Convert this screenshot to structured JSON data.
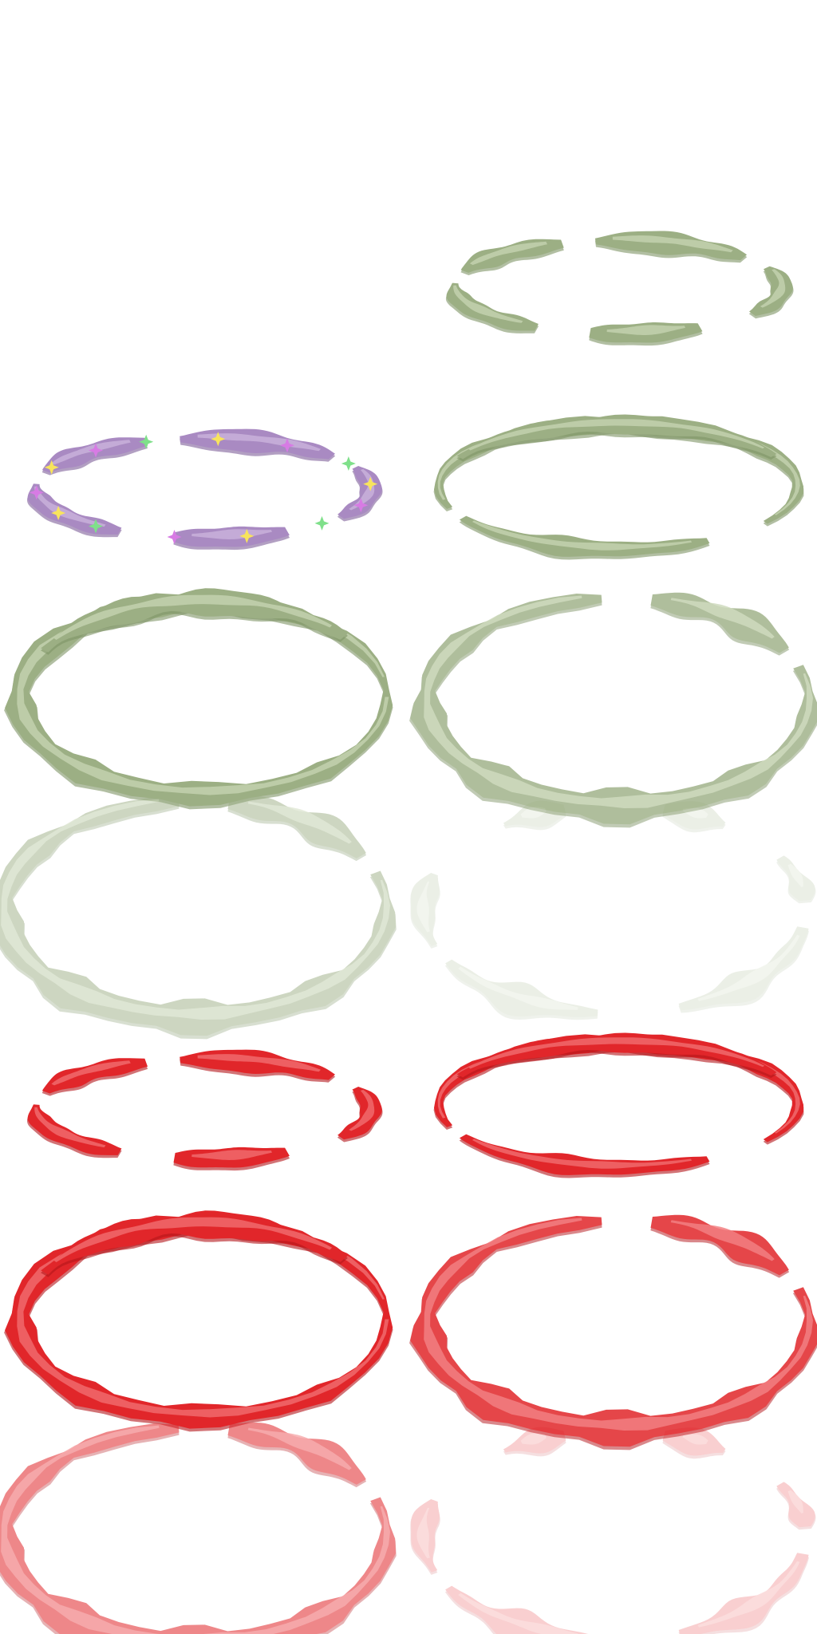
{
  "sprite_sheet": {
    "background": "#ffffff",
    "palettes": {
      "green": {
        "base": "#9caf84",
        "light": "#c3d1ae",
        "dark": "#7f9466"
      },
      "purple": {
        "base": "#a98ac2",
        "light": "#c9b0da",
        "dark": "#7f5f9a"
      },
      "red": {
        "base": "#e1262a",
        "light": "#f06a6c",
        "dark": "#b4161a"
      },
      "sparkle_colors": [
        "#f8e45c",
        "#d77be4",
        "#7fe08a"
      ]
    },
    "frames": [
      {
        "id": "frame-1",
        "style": "broken",
        "palette": "green",
        "opacity": 1.0,
        "frame_index": 1
      },
      {
        "id": "frame-2",
        "style": "broken-sparkle",
        "palette": "purple",
        "opacity": 1.0,
        "frame_index": 2
      },
      {
        "id": "frame-3",
        "style": "swirl",
        "palette": "green",
        "opacity": 1.0,
        "frame_index": 3
      },
      {
        "id": "frame-4",
        "style": "ring",
        "palette": "green",
        "opacity": 1.0,
        "frame_index": 4
      },
      {
        "id": "frame-5",
        "style": "cloud",
        "palette": "green",
        "opacity": 0.8,
        "frame_index": 5
      },
      {
        "id": "frame-6",
        "style": "cloud",
        "palette": "green",
        "opacity": 0.5,
        "frame_index": 6
      },
      {
        "id": "frame-7",
        "style": "wisp",
        "palette": "green",
        "opacity": 0.2,
        "frame_index": 7
      },
      {
        "id": "frame-8",
        "style": "broken",
        "palette": "red",
        "opacity": 1.0,
        "frame_index": 8
      },
      {
        "id": "frame-9",
        "style": "swirl",
        "palette": "red",
        "opacity": 1.0,
        "frame_index": 9
      },
      {
        "id": "frame-10",
        "style": "ring",
        "palette": "red",
        "opacity": 1.0,
        "frame_index": 10
      },
      {
        "id": "frame-11",
        "style": "cloud",
        "palette": "red",
        "opacity": 0.85,
        "frame_index": 11
      },
      {
        "id": "frame-12",
        "style": "cloud",
        "palette": "red",
        "opacity": 0.55,
        "frame_index": 12
      },
      {
        "id": "frame-13",
        "style": "wisp",
        "palette": "red",
        "opacity": 0.22,
        "frame_index": 13
      }
    ]
  }
}
